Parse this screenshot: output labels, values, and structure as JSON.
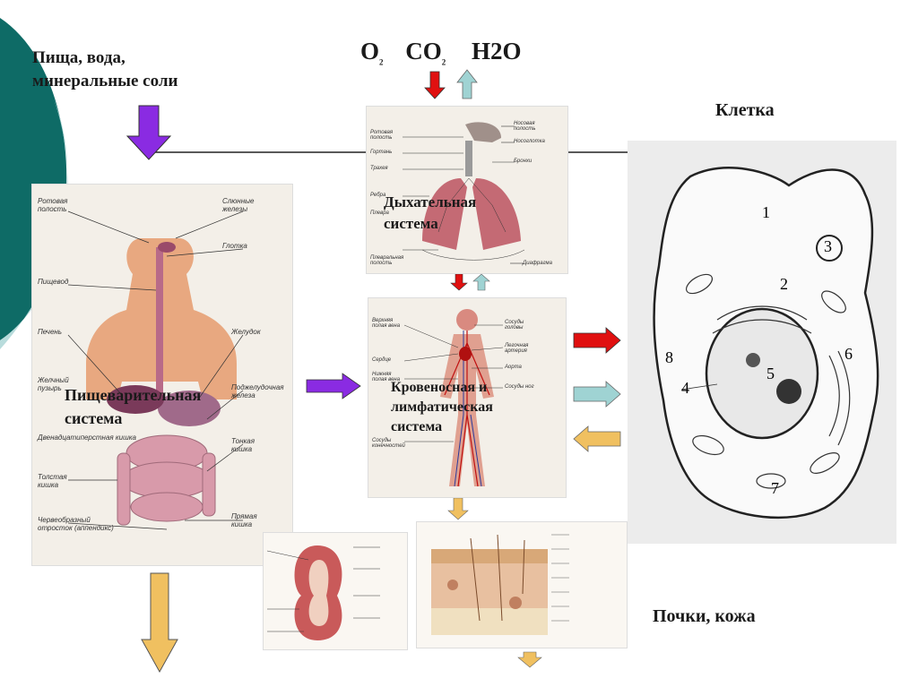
{
  "labels": {
    "food": "Пища, вода,",
    "food2": "минеральные соли",
    "o2": "O",
    "o2sub": "2",
    "co2": "CO",
    "co2sub": "2",
    "h2o": "H2O",
    "cell": "Клетка",
    "kidneys": "Почки, кожа"
  },
  "systems": {
    "digestive": [
      "Пищеварительная",
      "система"
    ],
    "respiratory": [
      "Дыхательная",
      "система"
    ],
    "circulatory": [
      "Кровеносная и",
      "лимфатическая",
      "система"
    ]
  },
  "digestive_callouts": [
    "Ротовая полость",
    "Слюнные железы",
    "Глотка",
    "Пищевод",
    "Печень",
    "Желудок",
    "Желчный пузырь",
    "Поджелудочная железа",
    "Двенадцатиперстная кишка",
    "Тонкая кишка",
    "Толстая кишка",
    "Червеобразный отросток (аппендикс)",
    "Прямая кишка"
  ],
  "respiratory_callouts": [
    "Ротовая полость",
    "Гортань",
    "Трахея",
    "Ребра",
    "Плевра",
    "Плевральная полость",
    "Носовая полость",
    "Носоглотка",
    "Бронхи",
    "Диафрагма"
  ],
  "circulatory_callouts": [
    "Верхняя полая вена",
    "Сердце",
    "Нижняя полая вена",
    "Сосуды конечностей",
    "Сосуды головы",
    "Легочная артерия",
    "Аорта",
    "Сосуды ног"
  ],
  "cell_numbers": [
    "1",
    "2",
    "3",
    "4",
    "5",
    "6",
    "7",
    "8"
  ],
  "colors": {
    "purple": "#8a2be2",
    "red": "#e01010",
    "lightblue": "#9fd3d3",
    "yellow": "#f0c060",
    "teal": "#0e6b66",
    "skin": "#e8a880"
  }
}
